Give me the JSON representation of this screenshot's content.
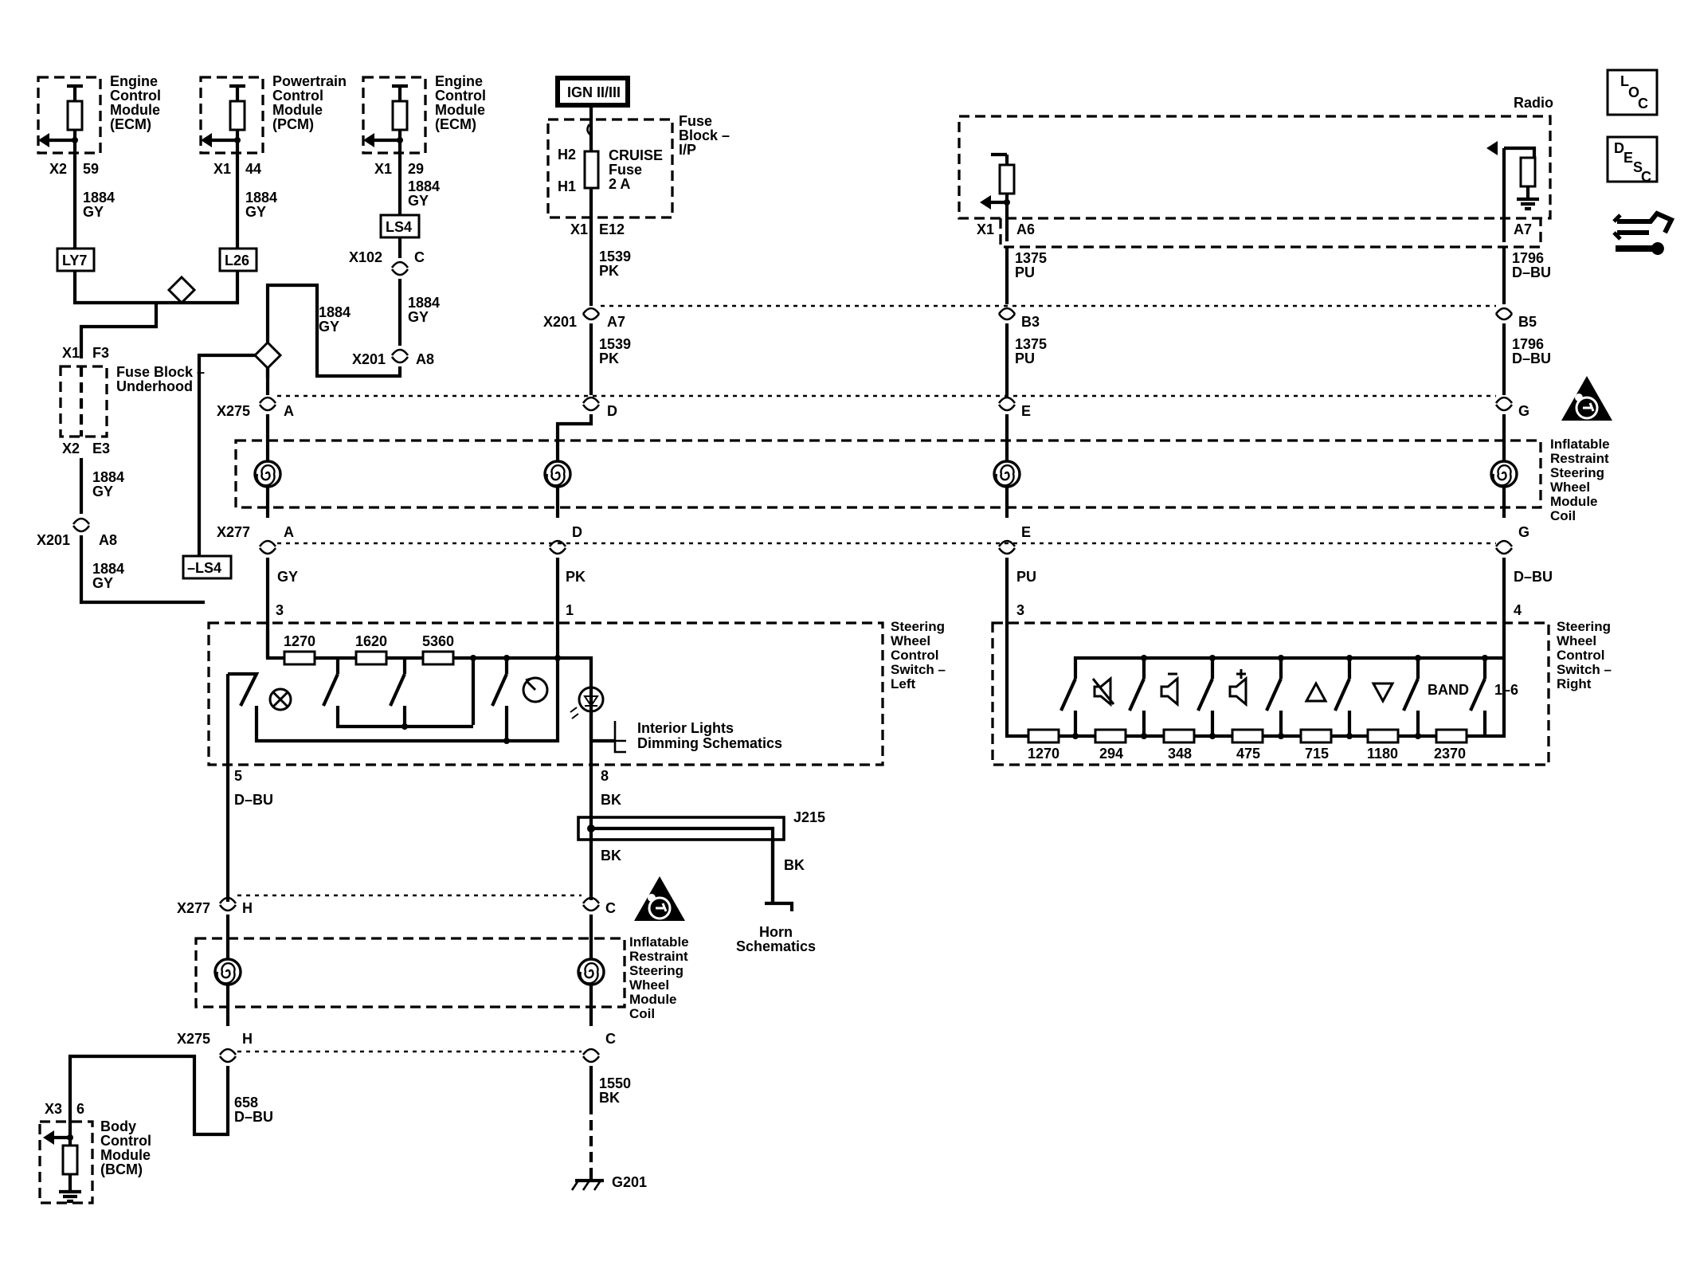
{
  "power_source": {
    "label": "IGN II/III"
  },
  "modules": {
    "ecm1": {
      "lines": [
        "Engine",
        "Control",
        "Module",
        "(ECM)"
      ],
      "conn": "X2",
      "pin": "59",
      "circuit": "1884",
      "color": "GY"
    },
    "pcm": {
      "lines": [
        "Powertrain",
        "Control",
        "Module",
        "(PCM)"
      ],
      "conn": "X1",
      "pin": "44",
      "circuit": "1884",
      "color": "GY"
    },
    "ecm2": {
      "lines": [
        "Engine",
        "Control",
        "Module",
        "(ECM)"
      ],
      "conn": "X1",
      "pin": "29",
      "circuit": "1884",
      "color": "GY"
    },
    "fuse_block_ip": {
      "lines": [
        "Fuse",
        "Block –",
        "I/P"
      ],
      "fuse_lines": [
        "CRUISE",
        "Fuse",
        "2 A"
      ],
      "h2": "H2",
      "h1": "H1",
      "conn": "X1",
      "pin": "E12"
    },
    "radio": {
      "label": "Radio",
      "conn": "X1",
      "pin_a6": "A6",
      "pin_a7": "A7"
    },
    "fuse_block_uh": {
      "lines": [
        "Fuse Block –",
        "Underhood"
      ],
      "top_conn": "X1",
      "top_pin": "F3",
      "bot_conn": "X2",
      "bot_pin": "E3"
    },
    "bcm": {
      "lines": [
        "Body",
        "Control",
        "Module",
        "(BCM)"
      ],
      "conn": "X3",
      "pin": "6"
    }
  },
  "options": {
    "ly7": "LY7",
    "l26": "L26",
    "ls4": "LS4",
    "not_ls4": "–LS4"
  },
  "connectors": {
    "x102": {
      "name": "X102",
      "pin": "C"
    },
    "x201_ecm": {
      "name": "X201",
      "pin": "A8"
    },
    "x201_uh": {
      "name": "X201",
      "pin": "A8"
    },
    "x201_row": {
      "name": "X201",
      "pins": [
        "A7",
        "B3",
        "B5"
      ]
    },
    "x275_row": {
      "name": "X275",
      "pins": [
        "A",
        "D",
        "E",
        "G"
      ]
    },
    "x277_row": {
      "name": "X277",
      "pins": [
        "A",
        "D",
        "E",
        "G"
      ]
    },
    "x277_low": {
      "name": "X277",
      "pins": [
        "H",
        "C"
      ]
    },
    "x275_low": {
      "name": "X275",
      "pins": [
        "H",
        "C"
      ]
    }
  },
  "wires": {
    "w1884": {
      "circuit": "1884",
      "color": "GY"
    },
    "w1539": {
      "circuit": "1539",
      "color": "PK"
    },
    "w1375": {
      "circuit": "1375",
      "color": "PU"
    },
    "w1796": {
      "circuit": "1796",
      "color": "D–BU"
    },
    "gy": "GY",
    "pk": "PK",
    "pu": "PU",
    "dbu": "D–BU",
    "w658": {
      "circuit": "658",
      "color": "D–BU"
    },
    "w1550": {
      "circuit": "1550",
      "color": "BK"
    },
    "bk": "BK"
  },
  "coil": {
    "lines": [
      "Inflatable",
      "Restraint",
      "Steering",
      "Wheel",
      "Module",
      "Coil"
    ]
  },
  "swc_left": {
    "lines": [
      "Steering",
      "Wheel",
      "Control",
      "Switch –",
      "Left"
    ],
    "pin_top1": "3",
    "pin_top2": "1",
    "pin_bot1": "5",
    "pin_bot2": "8",
    "resistors": [
      "1270",
      "1620",
      "5360"
    ]
  },
  "swc_right": {
    "lines": [
      "Steering",
      "Wheel",
      "Control",
      "Switch –",
      "Right"
    ],
    "pin_left": "3",
    "pin_right": "4",
    "resistors": [
      "1270",
      "294",
      "348",
      "475",
      "715",
      "1180",
      "2370"
    ],
    "buttons": [
      "mute-icon",
      "volume-down-icon",
      "volume-up-icon",
      "seek-up-icon",
      "seek-down-icon",
      "BAND",
      "1–6"
    ]
  },
  "interior_lights": {
    "lines": [
      "Interior Lights",
      "Dimming Schematics"
    ]
  },
  "splice": {
    "name": "J215"
  },
  "horn": {
    "lines": [
      "Horn",
      "Schematics"
    ]
  },
  "ground": {
    "name": "G201"
  },
  "badges": {
    "loc": [
      "L",
      "O",
      "C"
    ],
    "desc": [
      "D",
      "E",
      "S",
      "C"
    ]
  }
}
